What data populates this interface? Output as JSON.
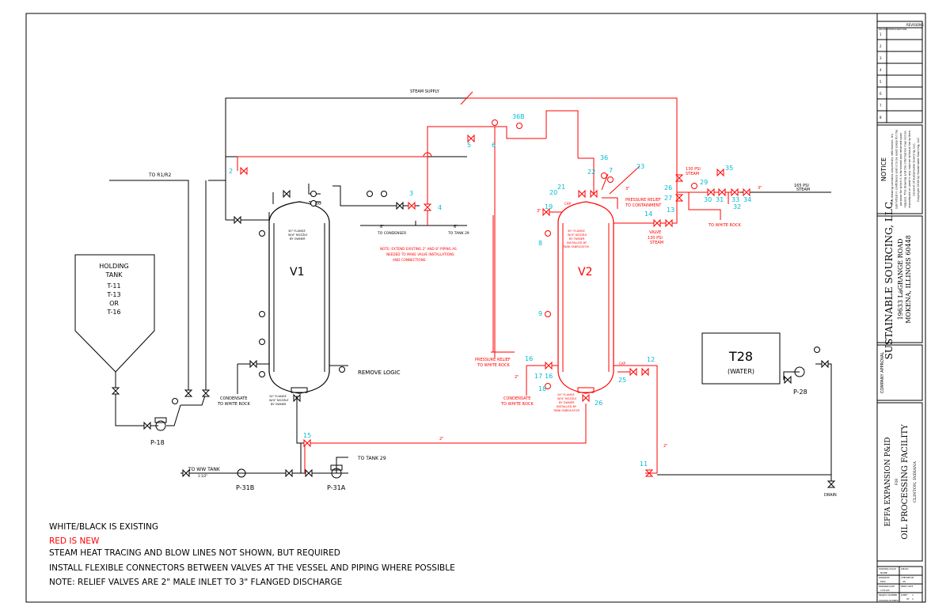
{
  "vessels": {
    "v1": "V1",
    "v2": "V2",
    "holding_tank": [
      "HOLDING",
      "TANK",
      "T-11",
      "T-13",
      "OR",
      "T-16"
    ],
    "t28_title": "T28",
    "t28_sub": "(WATER)"
  },
  "line_labels": {
    "steam_supply": "STEAM SUPPLY",
    "to_r1r2": "TO R1/R2",
    "to_condenser": "TO CONDENSER",
    "to_tank29_top": "TO TANK 29",
    "to_tank29_bottom": "TO TANK 29",
    "to_ww_tank": "TO WW TANK",
    "ww_size": "1-1/2\"",
    "remove_logic": "REMOVE LOGIC",
    "condensate_v1": [
      "CONDENSATE",
      "TO WHITE ROCK"
    ],
    "condensate_v2": [
      "CONDENSATE",
      "TO WHITE ROCK"
    ],
    "pressure_relief_white_rock": [
      "PRESSURE RELIEF",
      "TO WHITE ROCK"
    ],
    "pressure_relief_containment": [
      "PRESSURE RELIEF",
      "TO CONTAINMENT"
    ],
    "steam_130_top": [
      "130 PSI",
      "STEAM"
    ],
    "steam_130_bottom": [
      "130 PSI",
      "STEAM"
    ],
    "steam_165": [
      "165 PSI",
      "STEAM"
    ],
    "to_white_rock": "TO WHITE ROCK",
    "valve_label": "VALVE",
    "drain": "DRAIN",
    "size_8": "8\"",
    "size_6": "6\"",
    "size_3a": "3\"",
    "size_3b": "3\"",
    "size_3c": "3\"",
    "size_2a": "2\"",
    "size_2b": "2\"",
    "size_2c": "2\"",
    "cap": "CAP",
    "v1_flange": [
      "30\" FLANGE",
      "W/4\" NOZZLE",
      "BY OWNER"
    ],
    "v1_flange_bottom": [
      "24\" FLANGE",
      "W/4\" NOZZLE",
      "BY OWNER"
    ],
    "v2_flange": [
      "30\" FLANGE",
      "W/4\" NOZZLE",
      "BY OWNER",
      "INSTALLED BY",
      "TANK FABRICATOR"
    ],
    "v2_flange_bottom": [
      "24\" FLANGE",
      "W/4\" NOZZLE",
      "BY OWNER",
      "INSTALLED BY",
      "TANK FABRICATOR"
    ],
    "note_extend": [
      "NOTE: EXTEND EXISTING 2\" AND 8\" PIPING AS",
      "NEEDED TO MAKE VALVE INSTALLATIONS",
      "AND CONNECTIONS"
    ]
  },
  "pumps": [
    "P-18",
    "P-31B",
    "P-31A",
    "P-28"
  ],
  "callouts": {
    "n2": "2",
    "n3": "3",
    "n4": "4",
    "n5": "5",
    "n6": "6",
    "n36b": "36B",
    "n7": "7",
    "n8": "8",
    "n9": "9",
    "n11": "11",
    "n12": "12",
    "n13": "13",
    "n14": "14",
    "n15": "15",
    "n16": "16",
    "n16b": "16",
    "n17": "17",
    "n18": "18",
    "n19": "19",
    "n20": "20",
    "n21": "21",
    "n22": "22",
    "n23": "23",
    "n25": "25",
    "n26": "26",
    "n26b": "26",
    "n27": "27",
    "n29": "29",
    "n30": "30",
    "n31": "31",
    "n32": "32",
    "n33": "33",
    "n34": "34",
    "n35": "35",
    "n36": "36"
  },
  "notes": [
    "WHITE/BLACK IS EXISTING",
    "RED IS NEW",
    "STEAM HEAT TRACING AND BLOW LINES NOT SHOWN, BUT REQUIRED",
    "INSTALL FLEXIBLE CONNECTORS BETWEEN VALVES AT THE VESSEL AND PIPING WHERE POSSIBLE",
    "NOTE: RELIEF VALVES ARE 2\" MALE INLET TO 3\" FLANGED DISCHARGE"
  ],
  "title_block": {
    "revisions_header": "REVISIONS",
    "rev_col1": "REV/DATE",
    "rev_col2": "DESCRIPTION",
    "rev_rows": [
      "1",
      "2",
      "3",
      "4",
      "5",
      "6",
      "7",
      "8"
    ],
    "notice_title": "NOTICE",
    "notice_lines": [
      "This drawing contains proprietary information. It's",
      "submitted in confidence and is to be used solely for the",
      "purpose for which it is furnished and returned upon",
      "request. This drawing and the information may not be",
      "reproduced or used in any manner without the written",
      "consent of Sustainable Sourcing, LLC.",
      "Copyright 2018 by Sustainable Sourcing, LLC."
    ],
    "company": "SUSTAINABLE SOURCING, LLC.",
    "address1": "19633 LaGRANGE ROAD",
    "address2": "MOKENA, ILLINOIS 60448",
    "approval": "COMPANY APPROVAL",
    "project_line1": "EFFA EXPANSION P&ID",
    "project_for": "FOR",
    "project_line2": "OIL PROCESSING FACILITY",
    "project_line3": "CLINTON, INDIANA",
    "drawing_scale_label": "DRAWING SCALE",
    "drawing_scale": "NONE",
    "job_no_label": "JOB NO.",
    "drawn_by_label": "DRAWN BY",
    "drawn_by": "PWC",
    "checked_by_label": "CHECKED BY",
    "checked_by": "SS",
    "drawing_date_label": "DRAWING DATE",
    "drawing_date": "1/31/20",
    "print_date_label": "PRINT DATE",
    "project_number_label": "PROJECT NUMBER",
    "sheet_label": "SHEET",
    "sheet": "1",
    "of_label": "OF",
    "sheet_total": "1",
    "drawing_number_label": "DRAWING NUMBER"
  }
}
